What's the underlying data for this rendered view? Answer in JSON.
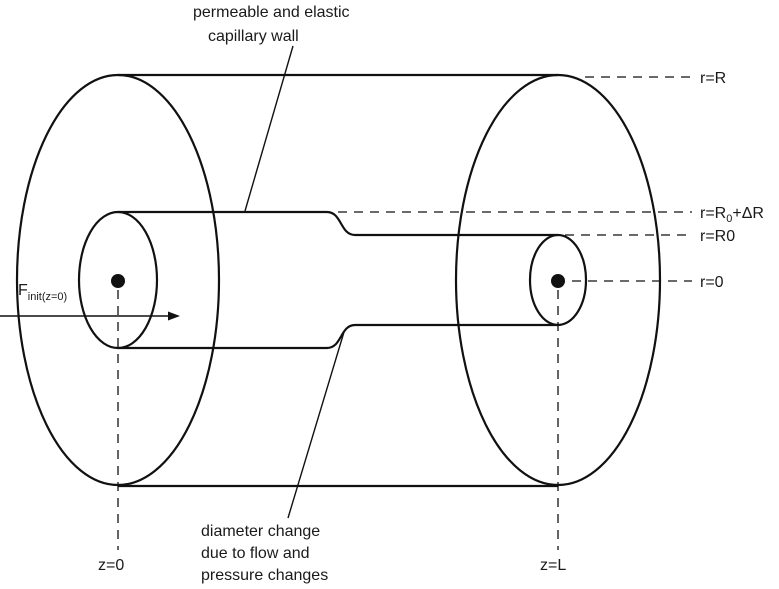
{
  "labels": {
    "wall_line1": "permeable and elastic",
    "wall_line2": "capillary wall",
    "r_R": "r=R",
    "r_R0_prefix": "r=R",
    "r_R0_sub": "0",
    "r_R0_suffix": "+ΔR",
    "r_R0": "r=R0",
    "r_0": "r=0",
    "f_main": "F",
    "f_sub": "init(z=0)",
    "diam_line1": "diameter change",
    "diam_line2": "due to flow and",
    "diam_line3": "pressure changes",
    "z_0": "z=0",
    "z_L": "z=L"
  }
}
